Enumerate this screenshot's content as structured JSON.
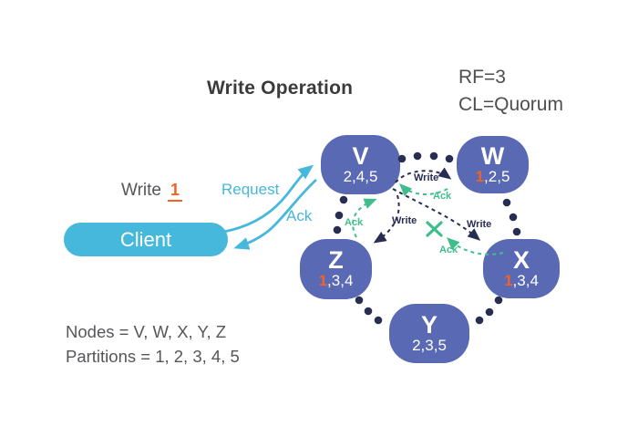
{
  "title": "Write Operation",
  "config": {
    "rf": "RF=3",
    "cl": "CL=Quorum"
  },
  "client": {
    "label": "Client"
  },
  "write_instruction": {
    "prefix": "Write",
    "value": "1"
  },
  "client_messages": {
    "request": "Request",
    "ack": "Ack"
  },
  "ring_messages": {
    "write_v_w": "Write",
    "ack_w_v": "Ack",
    "write_v_x": "Write",
    "ack_x_v": "Ack",
    "write_v_z": "Write",
    "ack_z_v": "Ack"
  },
  "nodes": [
    {
      "id": "V",
      "partitions_highlight": "",
      "partitions_rest": "2,4,5"
    },
    {
      "id": "W",
      "partitions_highlight": "1",
      "partitions_rest": ",2,5"
    },
    {
      "id": "X",
      "partitions_highlight": "1",
      "partitions_rest": ",3,4"
    },
    {
      "id": "Y",
      "partitions_highlight": "",
      "partitions_rest": "2,3,5"
    },
    {
      "id": "Z",
      "partitions_highlight": "1",
      "partitions_rest": ",3,4"
    }
  ],
  "legend": {
    "nodes": "Nodes = V, W, X, Y, Z",
    "partitions": "Partitions = 1, 2, 3, 4, 5"
  },
  "colors": {
    "node_fill": "#5A69B4",
    "navy": "#282D52",
    "green": "#3FBD8D",
    "cyan": "#45B8DC",
    "orange": "#F26125"
  }
}
